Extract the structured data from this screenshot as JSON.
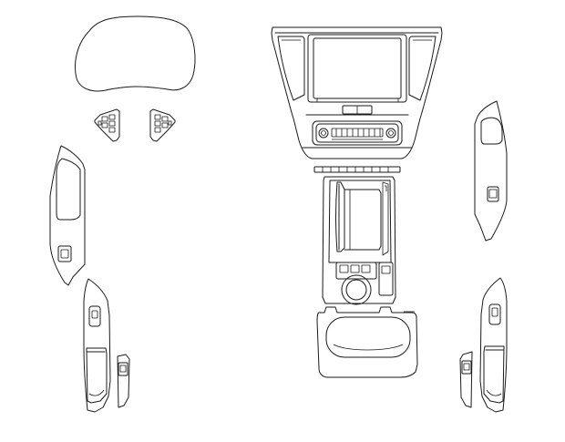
{
  "diagram": {
    "background": "#ffffff",
    "line_color": "#1a1a1a",
    "parts": [
      "instrument-cluster-cover",
      "steering-wheel-trim-left",
      "steering-wheel-trim-right",
      "front-left-door-panel",
      "rear-left-door-panel",
      "rear-left-small-switch-trim",
      "center-console-dash",
      "center-console-tunnel",
      "center-console-cup-holder",
      "front-right-door-panel",
      "rear-right-door-panel",
      "rear-right-small-switch-trim"
    ]
  }
}
